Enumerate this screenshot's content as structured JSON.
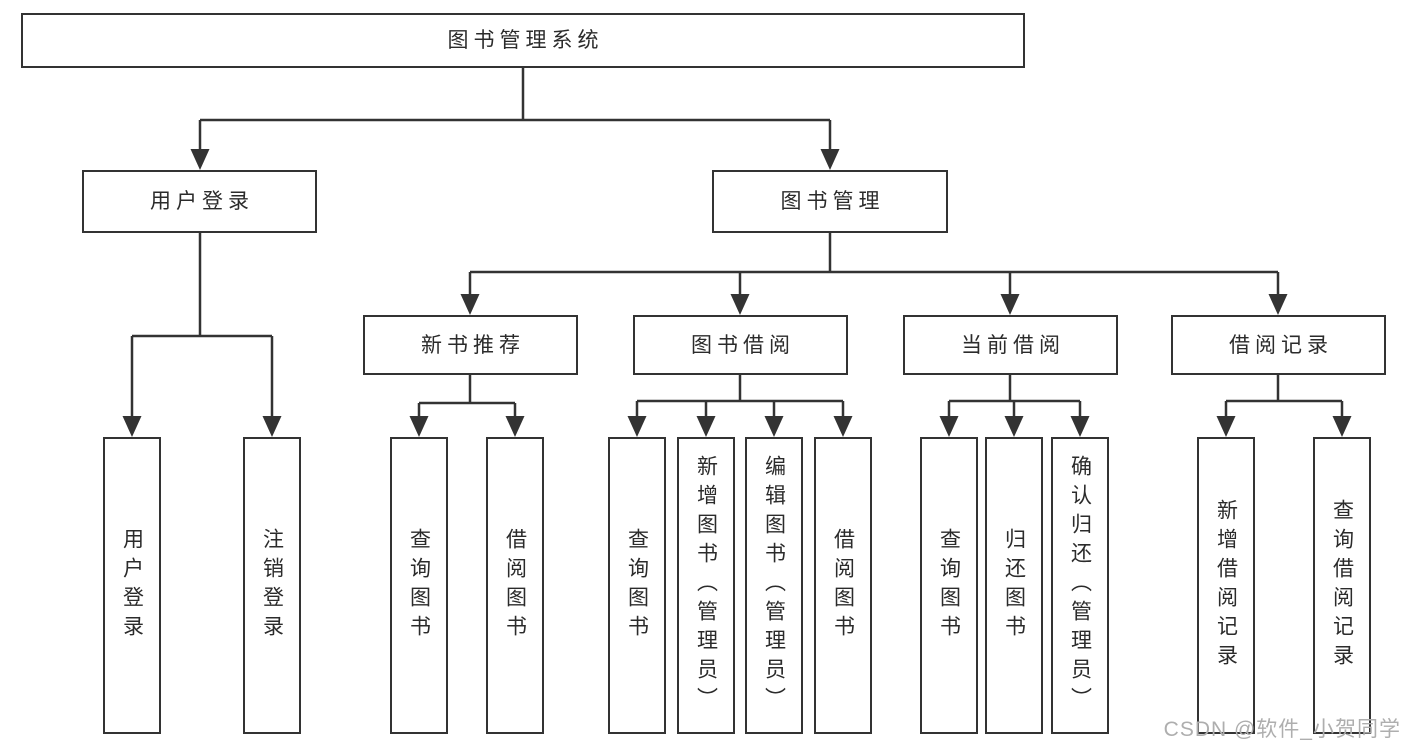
{
  "diagram": {
    "root": {
      "label": "图书管理系统"
    },
    "level2": [
      {
        "id": "user-login",
        "label": "用户登录"
      },
      {
        "id": "book-management",
        "label": "图书管理"
      }
    ],
    "level3": [
      {
        "id": "new-book-recommend",
        "label": "新书推荐",
        "parent": "图书管理"
      },
      {
        "id": "book-borrow",
        "label": "图书借阅",
        "parent": "图书管理"
      },
      {
        "id": "current-borrow",
        "label": "当前借阅",
        "parent": "图书管理"
      },
      {
        "id": "borrow-records",
        "label": "借阅记录",
        "parent": "图书管理"
      }
    ],
    "leaves": [
      {
        "label": "用户登录",
        "parent": "用户登录"
      },
      {
        "label": "注销登录",
        "parent": "用户登录"
      },
      {
        "label": "查询图书",
        "parent": "新书推荐"
      },
      {
        "label": "借阅图书",
        "parent": "新书推荐"
      },
      {
        "label": "查询图书",
        "parent": "图书借阅"
      },
      {
        "label": "新增图书（管理员）",
        "parent": "图书借阅"
      },
      {
        "label": "编辑图书（管理员）",
        "parent": "图书借阅"
      },
      {
        "label": "借阅图书",
        "parent": "图书借阅"
      },
      {
        "label": "查询图书",
        "parent": "当前借阅"
      },
      {
        "label": "归还图书",
        "parent": "当前借阅"
      },
      {
        "label": "确认归还（管理员）",
        "parent": "当前借阅"
      },
      {
        "label": "新增借阅记录",
        "parent": "借阅记录"
      },
      {
        "label": "查询借阅记录",
        "parent": "借阅记录"
      }
    ],
    "watermark": "CSDN @软件_小贺同学",
    "colors": {
      "line": "#333333",
      "text": "#2b2b2b",
      "box_fill": "#ffffff",
      "background": "#ffffff",
      "watermark": "#aeaeae"
    }
  }
}
